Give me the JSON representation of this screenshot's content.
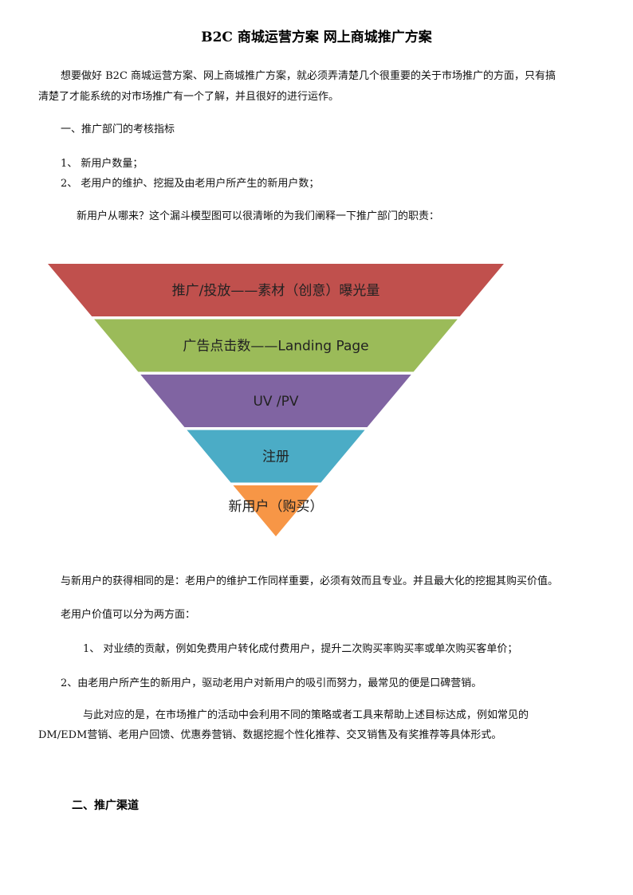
{
  "title": "B2C 商城运营方案 网上商城推广方案",
  "intro": {
    "line1": "想要做好 B2C 商城运营方案、网上商城推广方案，就必须弄清楚几个很重要的关于市场推广的方面，只有搞",
    "line2": "清楚了才能系统的对市场推广有一个了解，并且很好的进行运作。"
  },
  "section1": {
    "heading": "一、推广部门的考核指标",
    "item1": "1、 新用户数量；",
    "item2": "2、 老用户的维护、挖掘及由老用户所产生的新用户数；",
    "funnel_intro": "新用户从哪来？这个漏斗模型图可以很清晰的为我们阐释一下推广部门的职责："
  },
  "funnel": {
    "levels": [
      {
        "label": "推广/投放——素材（创意）曝光量",
        "color": "#c0504d"
      },
      {
        "label": "广告点击数——Landing Page",
        "color": "#9bbb59"
      },
      {
        "label": "UV /PV",
        "color": "#8064a2"
      },
      {
        "label": "注册",
        "color": "#4bacc6"
      },
      {
        "label": "新用户（购买）",
        "color": "#f79646"
      }
    ]
  },
  "after_funnel": {
    "p1": "与新用户的获得相同的是：老用户的维护工作同样重要，必须有效而且专业。并且最大化的挖掘其购买价值。",
    "p2": "老用户价值可以分为两方面：",
    "p3": "1、 对业绩的贡献，例如免费用户转化成付费用户，提升二次购买率购买率或单次购买客单价；",
    "p4": "2、由老用户所产生的新用户，驱动老用户对新用户的吸引而努力，最常见的便是口碑营销。",
    "p5_line1": "与此对应的是，在市场推广的活动中会利用不同的策略或者工具来帮助上述目标达成，例如常见的",
    "p5_line2": "DM/EDM营销、老用户回馈、优惠券营销、数据挖掘个性化推荐、交叉销售及有奖推荐等具体形式。"
  },
  "section2": {
    "heading": "二、推广渠道"
  }
}
